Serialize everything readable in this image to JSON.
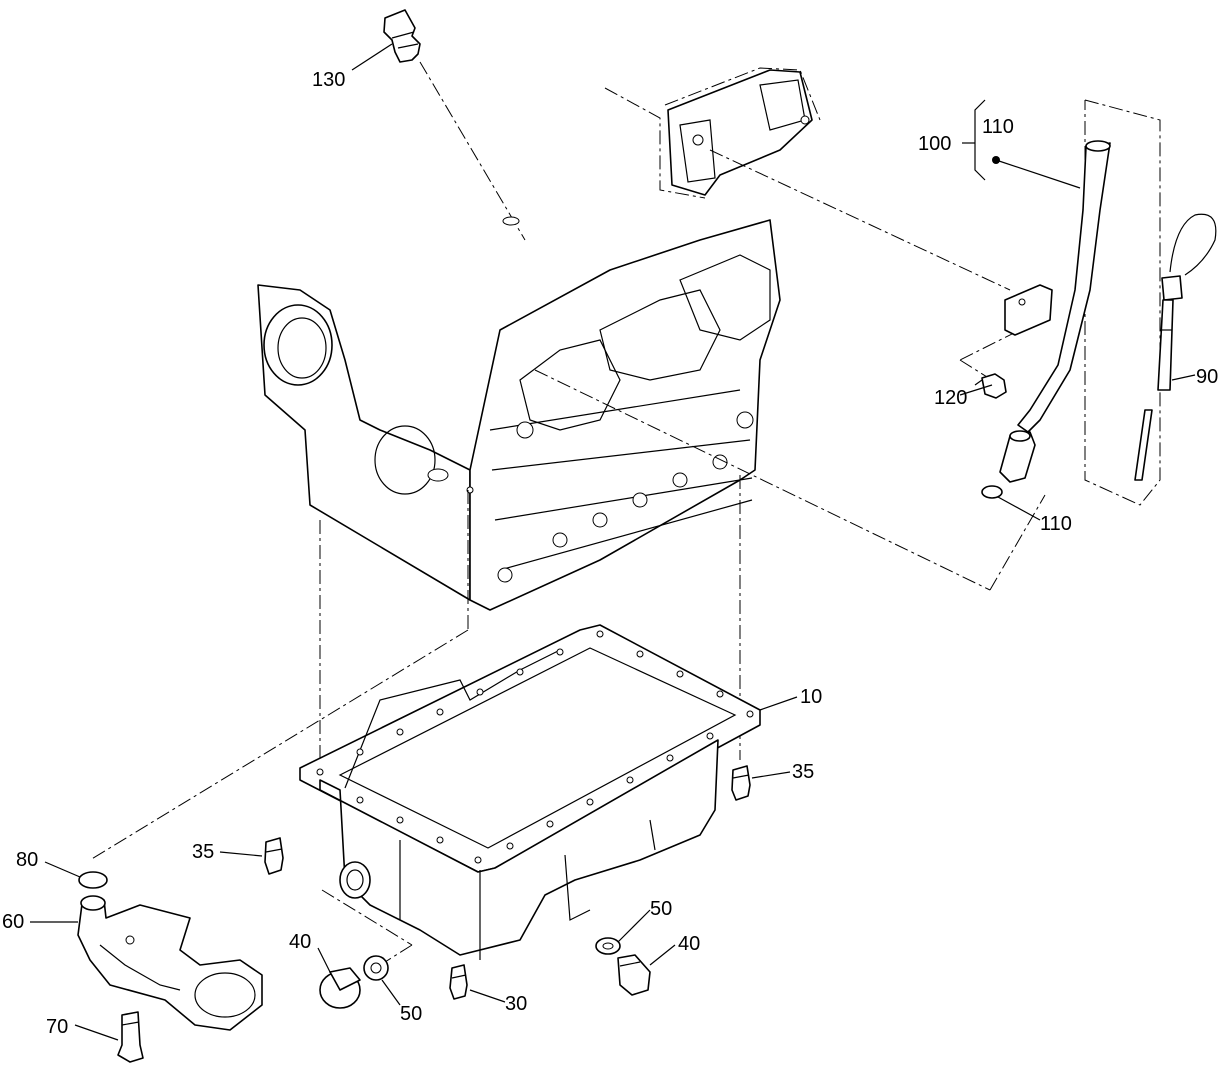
{
  "callouts": {
    "c130": "130",
    "c100": "100",
    "c110_top": "110",
    "c90": "90",
    "c120": "120",
    "c110_bottom": "110",
    "c10": "10",
    "c35_right": "35",
    "c35_left": "35",
    "c80": "80",
    "c60": "60",
    "c70": "70",
    "c40_left": "40",
    "c50_left": "50",
    "c30": "30",
    "c50_right": "50",
    "c40_right": "40"
  },
  "colors": {
    "line": "#000000",
    "background": "#ffffff"
  }
}
